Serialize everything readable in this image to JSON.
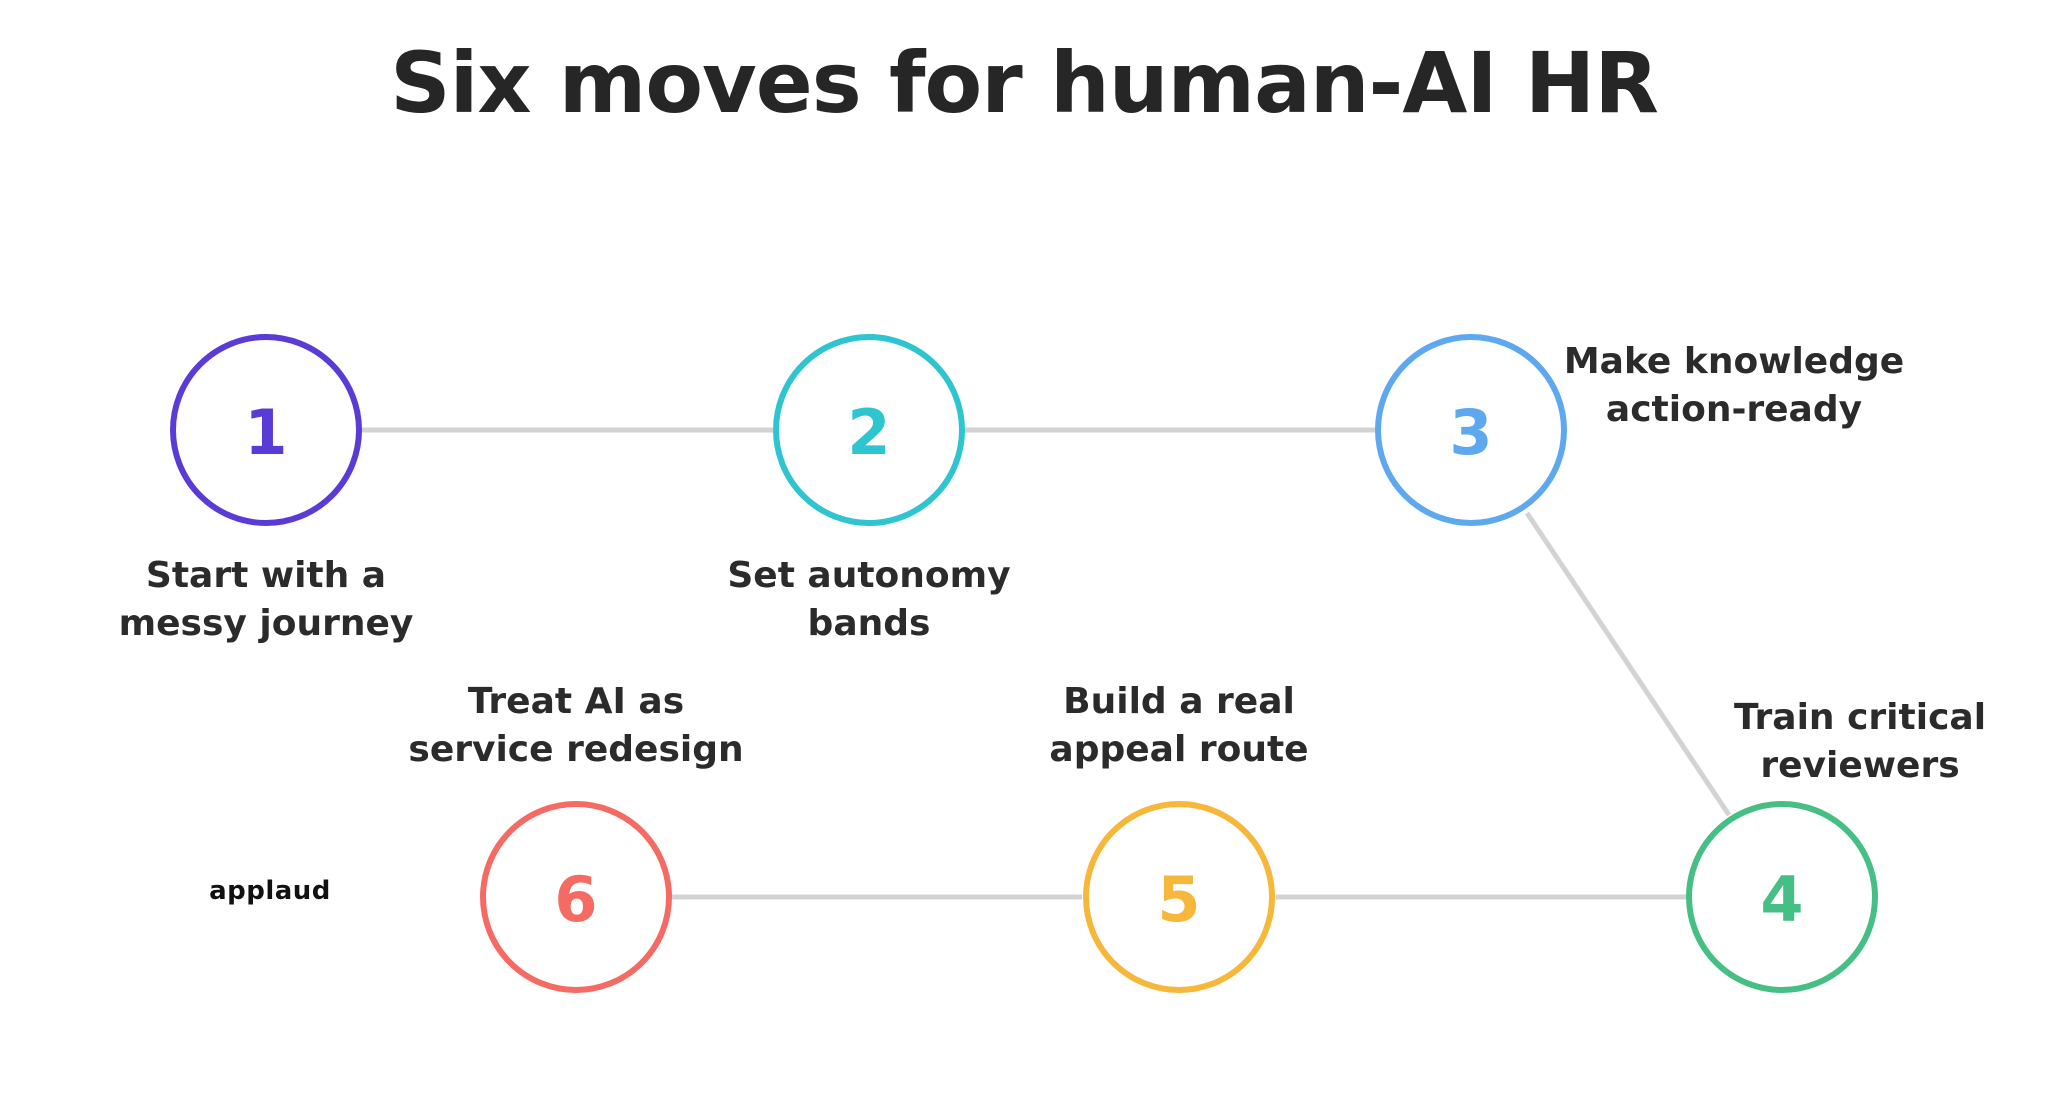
{
  "title": "Six moves for human-AI HR",
  "logo": "applaud",
  "connector_color": "#d3d3d3",
  "steps": [
    {
      "number": "1",
      "label_lines": [
        "Start with a",
        "messy journey"
      ],
      "color": "#5b3bd6"
    },
    {
      "number": "2",
      "label_lines": [
        "Set autonomy",
        "bands"
      ],
      "color": "#2ec4d0"
    },
    {
      "number": "3",
      "label_lines": [
        "Make knowledge",
        "action-ready"
      ],
      "color": "#5ea8ef"
    },
    {
      "number": "4",
      "label_lines": [
        "Train critical",
        "reviewers"
      ],
      "color": "#46bf84"
    },
    {
      "number": "5",
      "label_lines": [
        "Build a real",
        "appeal route"
      ],
      "color": "#f7b73a"
    },
    {
      "number": "6",
      "label_lines": [
        "Treat AI as",
        "service redesign"
      ],
      "color": "#f56b63"
    }
  ]
}
